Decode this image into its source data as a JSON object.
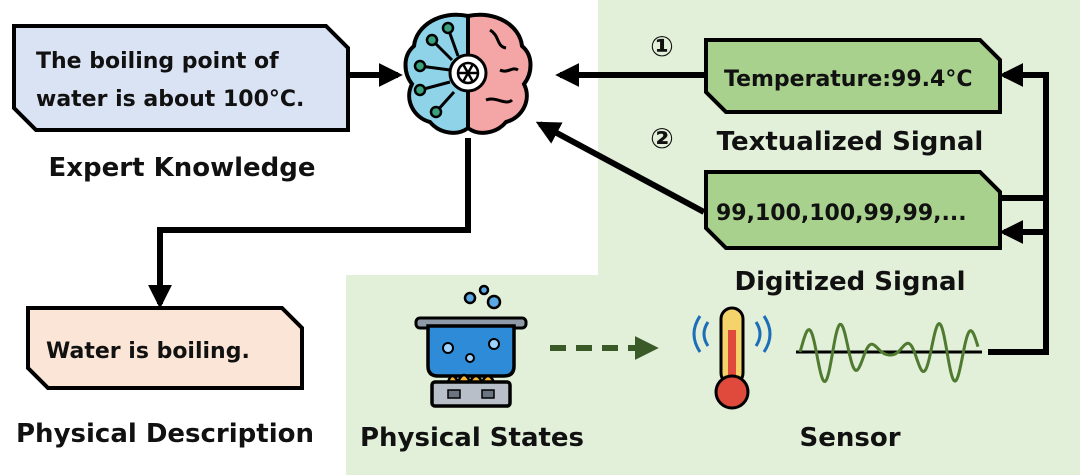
{
  "knowledge_box": {
    "line1": "The boiling point of",
    "line2": "water is about 100°C."
  },
  "expert_knowledge_label": "Expert Knowledge",
  "description_box": "Water is boiling.",
  "physical_description_label": "Physical Description",
  "textual_signal_box": "Temperature:99.4°C",
  "textualized_signal_label": "Textualized Signal",
  "digital_signal_box": "99,100,100,99,99,...",
  "digitized_signal_label": "Digitized Signal",
  "physical_states_label": "Physical States",
  "sensor_label": "Sensor",
  "path_markers": [
    "①",
    "②"
  ],
  "colors": {
    "green_panel": "#e2efd9",
    "green_box": "#a9d18e",
    "blue_box": "#dae3f3",
    "pink_box": "#fbe5d6",
    "brain_left": "#8fd3e8",
    "brain_right": "#f4a6a6",
    "dashed_arrow": "#3a5a28",
    "wave": "#4f7a30"
  },
  "icons": [
    "brain-ai-icon",
    "boiling-pot-icon",
    "thermometer-icon",
    "signal-wave-icon"
  ]
}
